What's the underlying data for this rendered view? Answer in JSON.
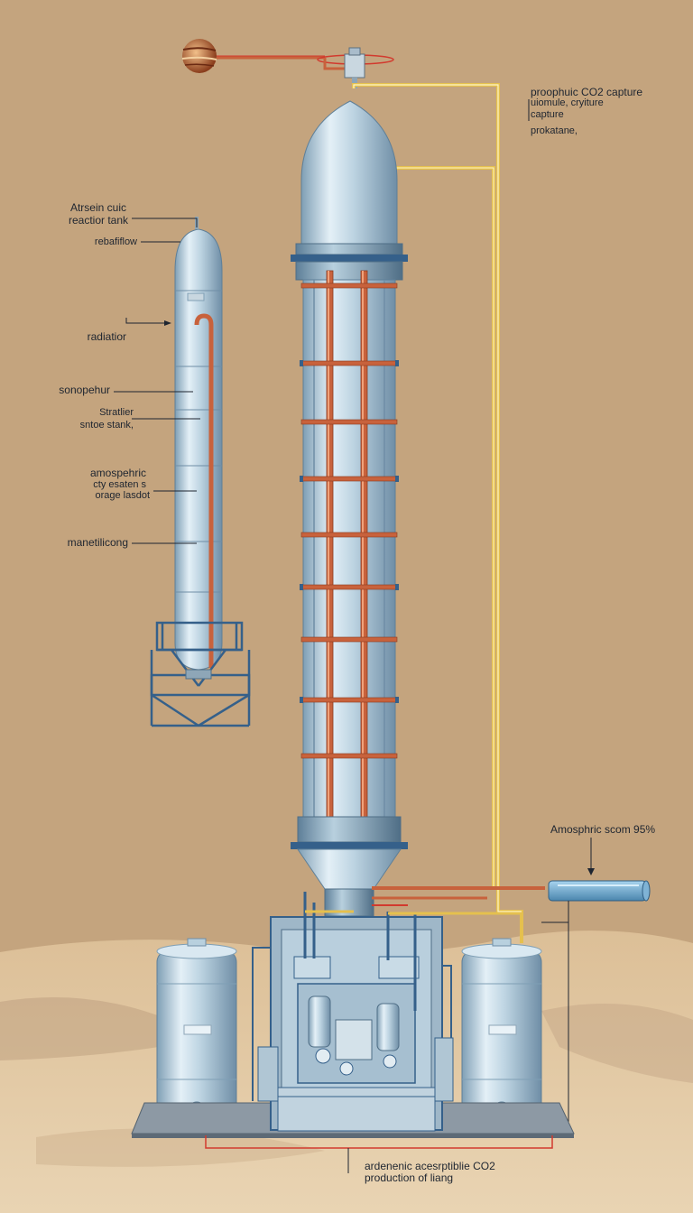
{
  "labels": {
    "top_right_line1": "proophuic CO2 capture",
    "top_right_line2": "uiomule, cryiture",
    "top_right_line3": "capture",
    "top_right_line4": "prokatane,",
    "reactor_line1": "Atrsein cuic",
    "reactor_line2": "reactior tank",
    "rebatflow": "rebafiflow",
    "radiator": "radiatior",
    "sonopehr": "sonopehur",
    "stratlier_line1": "Stratlier",
    "stratlier_line2": "sntoe stank,",
    "atmospheric_line1": "amospehric",
    "atmospheric_line2": "cty esaten s",
    "atmospheric_line3": "orage lasdot",
    "manetlicong": "manetilicong",
    "atmospheric_right": "Amosphric scom 95%",
    "bottom_line1": "ardenenic acesrptiblie CO2",
    "bottom_line2": "production of liang"
  },
  "colors": {
    "background": "#c4a47e",
    "sand": "#e2c8a2",
    "tank_silver": "#b8d0de",
    "pipe_copper": "#c8623c",
    "pipe_yellow": "#e5c04e",
    "pipe_red": "#d23a2e",
    "frame_blue": "#35608a"
  }
}
